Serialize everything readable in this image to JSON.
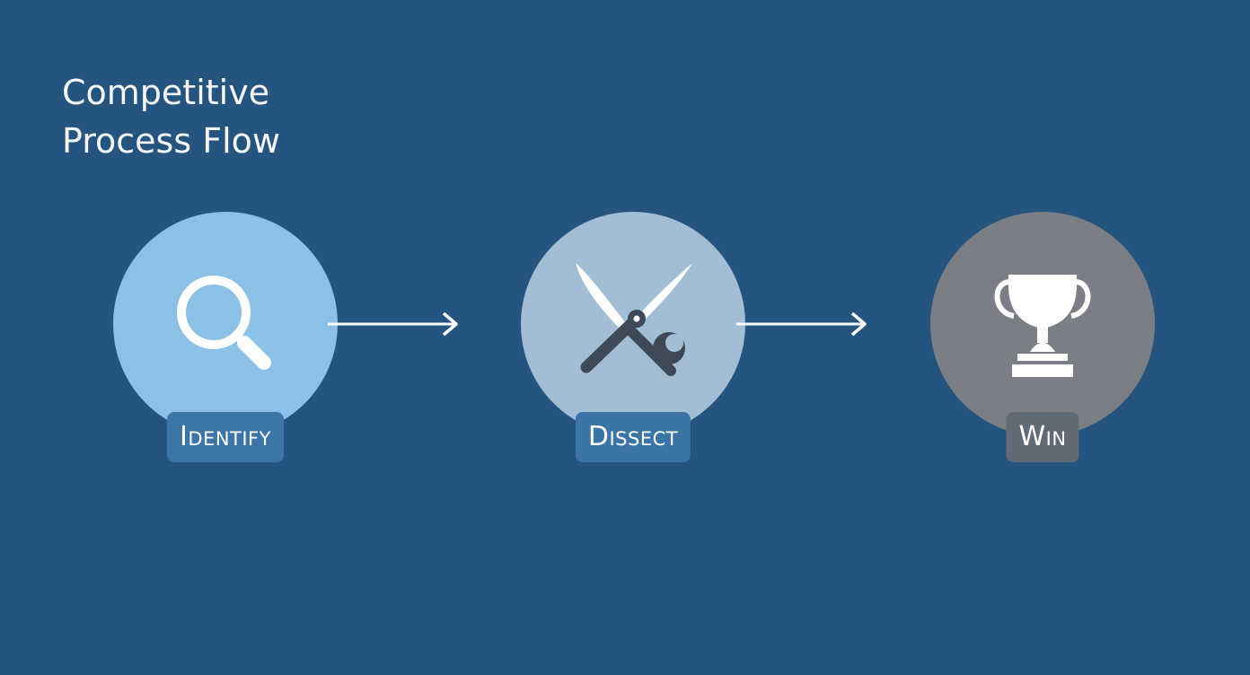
{
  "title": {
    "line1": "Competitive",
    "line2": "Process Flow"
  },
  "steps": [
    {
      "label": "Identify",
      "icon": "magnifying-glass-icon"
    },
    {
      "label": "Dissect",
      "icon": "knife-wrench-icon"
    },
    {
      "label": "Win",
      "icon": "trophy-icon"
    }
  ],
  "colors": {
    "background": "#25557f",
    "identify_circle": "#8cc0e7",
    "dissect_circle": "#a2bdd4",
    "win_circle": "#7b7f85",
    "arrow": "#ffffff"
  }
}
